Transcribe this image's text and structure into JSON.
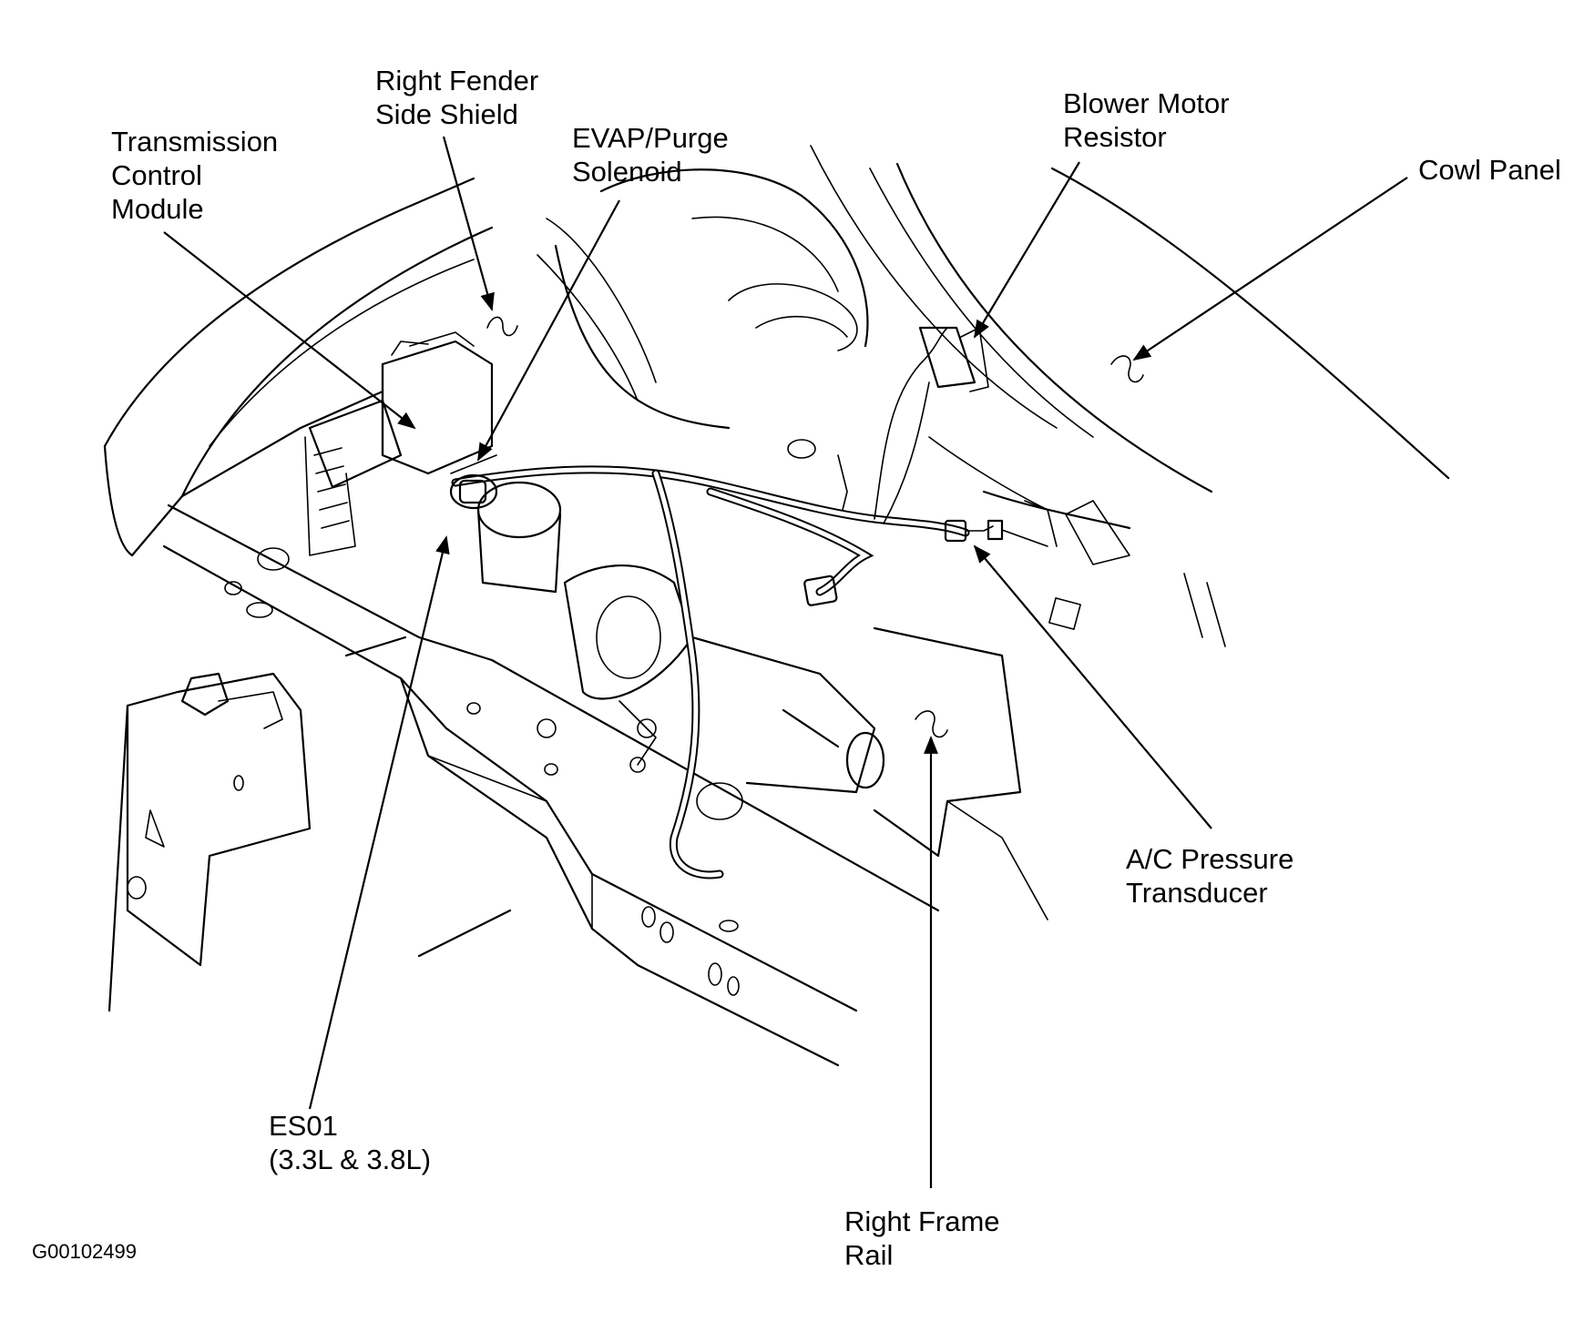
{
  "labels": {
    "right_fender_side_shield": [
      "Right Fender",
      "Side Shield"
    ],
    "transmission_control_module": [
      "Transmission",
      "Control",
      "Module"
    ],
    "evap_purge_solenoid": [
      "EVAP/Purge",
      "Solenoid"
    ],
    "blower_motor_resistor": [
      "Blower Motor",
      "Resistor"
    ],
    "cowl_panel": [
      "Cowl Panel"
    ],
    "ac_pressure_transducer": [
      "A/C Pressure",
      "Transducer"
    ],
    "es01": [
      "ES01",
      "(3.3L & 3.8L)"
    ],
    "right_frame_rail": [
      "Right Frame",
      "Rail"
    ]
  },
  "figure_id": "G00102499"
}
